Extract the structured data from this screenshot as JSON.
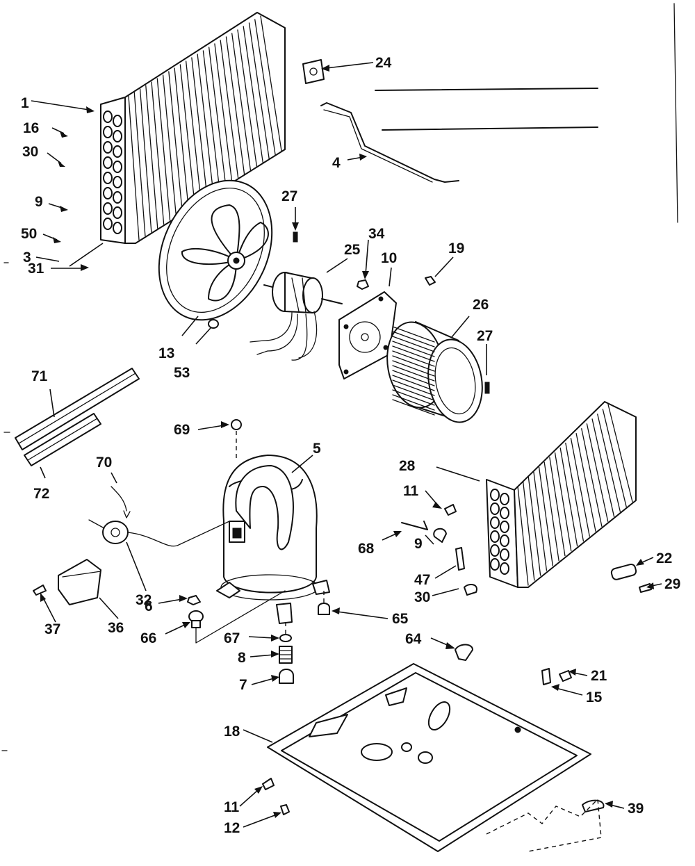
{
  "callouts": {
    "c1": "1",
    "c16": "16",
    "c30a": "30",
    "c9a": "9",
    "c50": "50",
    "c3": "3",
    "c31": "31",
    "c24": "24",
    "c4": "4",
    "c27a": "27",
    "c25": "25",
    "c34": "34",
    "c10": "10",
    "c19": "19",
    "c26": "26",
    "c27b": "27",
    "c13": "13",
    "c53": "53",
    "c71": "71",
    "c72": "72",
    "c69": "69",
    "c5": "5",
    "c70": "70",
    "c28": "28",
    "c11a": "11",
    "c68": "68",
    "c9b": "9",
    "c47": "47",
    "c30b": "30",
    "c22": "22",
    "c29": "29",
    "c32": "32",
    "c36": "36",
    "c37": "37",
    "c6": "6",
    "c66": "66",
    "c67": "67",
    "c65": "65",
    "c64": "64",
    "c8": "8",
    "c7": "7",
    "c21": "21",
    "c15": "15",
    "c18": "18",
    "c11b": "11",
    "c12": "12",
    "c39": "39"
  }
}
